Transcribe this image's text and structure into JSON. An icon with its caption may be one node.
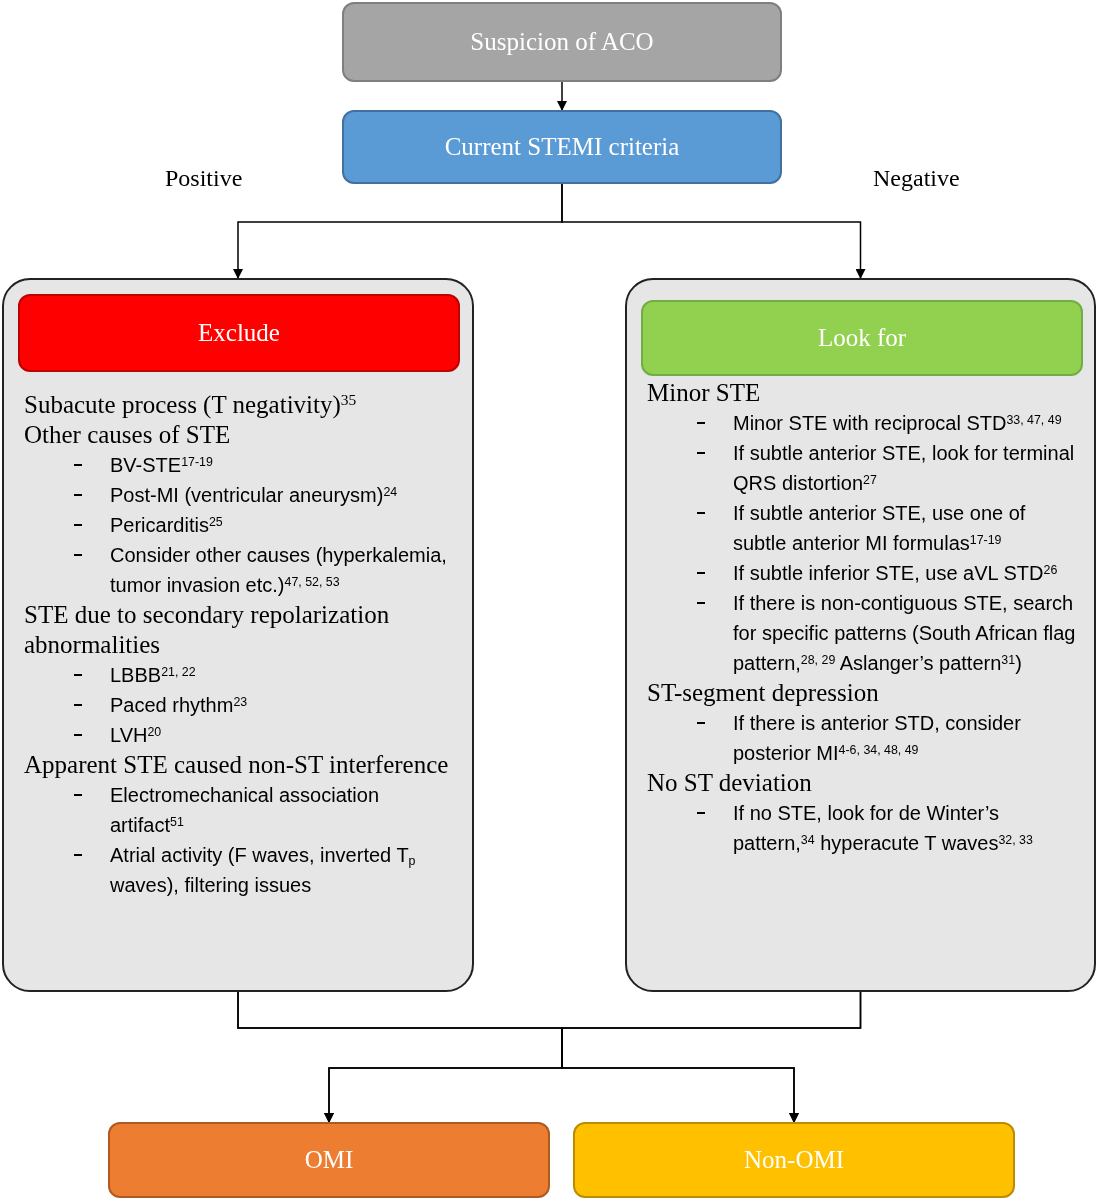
{
  "diagram": {
    "nodes": [
      {
        "text": [
          "Suspicion of ACO"
        ]
      },
      {
        "text": [
          "Current STEMI criteria"
        ]
      },
      {
        "text": [
          "Subacute process (T negativity)$^{35}$",
          "Other causes of STE",
          "BV-STE$^{17-19}$",
          "Post-MI (ventricular aneurysm)$^{24}$",
          "Pericarditis$^{25}$",
          "Consider other causes (hyperkalemia, tumor invasion etc.)$^{47, 52, 53}$",
          "STE due to secondary repolarization abnormalities",
          "LBBB$^{21, 22}$",
          "Paced rhythm$^{23}$",
          "LVH$^{20}$",
          "Apparent STE caused non-ST interference",
          "Electromechanical association artifact$^{51}$",
          "Atrial activity (F waves, inverted T$_{p}$ waves), filtering issues"
        ]
      },
      {
        "text": [
          "Exclude"
        ],
        "in": 2
      },
      {
        "text": [
          "Minor STE",
          "Minor STE with reciprocal STD$^{33, 47, 49}$",
          "If subtle anterior STE, look for terminal QRS distortion$^{27}$",
          "If subtle anterior STE, use one of subtle anterior MI formulas$^{17-19}$",
          "If subtle inferior STE, use aVL STD$^{26}$",
          "If there is non-contiguous STE, search for specific patterns (South African flag pattern,$^{28, 29}$ Aslanger’s pattern$^{31}$)",
          "ST-segment depression",
          "If there is anterior STD, consider posterior MI$^{4-6, 34, 48, 49}$",
          "No ST deviation",
          "If no STE, look for de Winter’s pattern,$^{34}$ hyperacute T waves$^{32, 33}$"
        ]
      },
      {
        "text": [
          "Look for"
        ],
        "in": 4
      },
      {
        "text": [
          "OMI"
        ]
      },
      {
        "text": [
          "Non-OMI"
        ]
      }
    ],
    "edges": [
      {
        "from": 0,
        "to": 1,
        "arrow": "to"
      },
      {
        "from": 1,
        "to": 2,
        "arrow": "to",
        "label": "Positive"
      },
      {
        "from": 1,
        "to": 4,
        "arrow": "to",
        "label": "Negative"
      },
      {
        "from": 2,
        "to": 6,
        "arrow": "to"
      },
      {
        "from": 2,
        "to": 7,
        "arrow": "to"
      },
      {
        "from": 4,
        "to": 6,
        "arrow": "to"
      },
      {
        "from": 4,
        "to": 7,
        "arrow": "to"
      }
    ]
  }
}
